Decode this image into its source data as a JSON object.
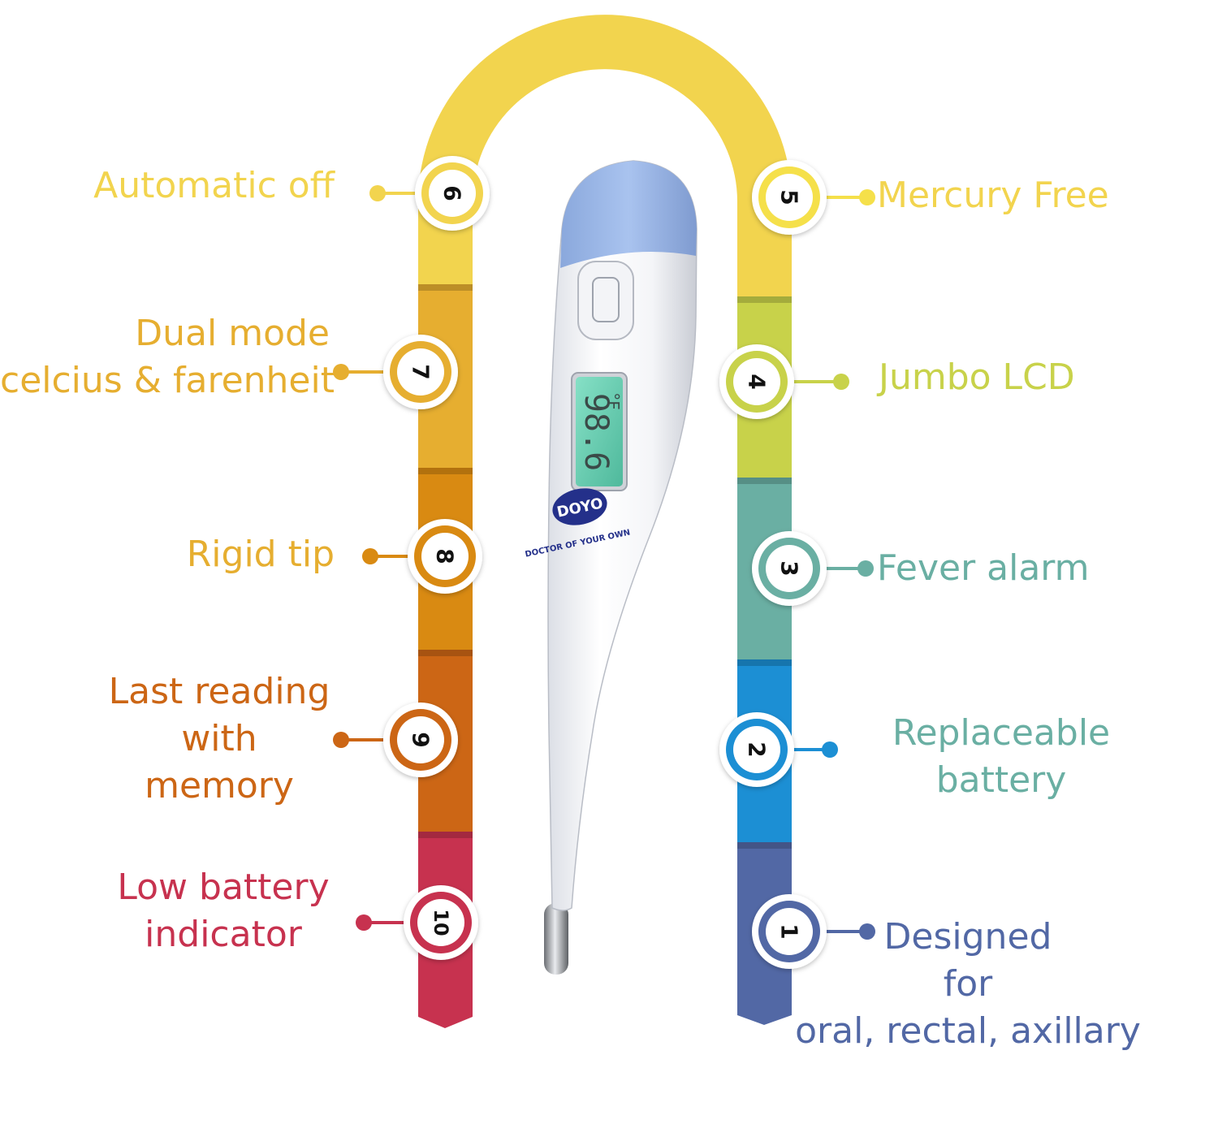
{
  "colors": {
    "yellow": "#f2d44e",
    "mustard": "#e6ae30",
    "orange": "#d98a12",
    "burnt_orange": "#cc6615",
    "crimson": "#c7324f",
    "lime": "#c8d24a",
    "teal": "#6aafa3",
    "blue": "#1c8fd4",
    "slate": "#5268a5",
    "thermo_blue": "#9bb8ea",
    "lcd_green": "#6fd1b5",
    "brand_navy": "#24308a"
  },
  "thermometer": {
    "display_reading": "98.6",
    "display_unit": "°F",
    "brand_logo": "DOYO",
    "brand_tagline": "DOCTOR OF YOUR OWN"
  },
  "features": [
    {
      "number": "1",
      "lines": [
        "Designed",
        "for",
        "oral, rectal, axillary"
      ]
    },
    {
      "number": "2",
      "lines": [
        "Replaceable",
        "battery"
      ]
    },
    {
      "number": "3",
      "lines": [
        "Fever alarm"
      ]
    },
    {
      "number": "4",
      "lines": [
        "Jumbo LCD"
      ]
    },
    {
      "number": "5",
      "lines": [
        "Mercury Free"
      ]
    },
    {
      "number": "6",
      "lines": [
        "Automatic off"
      ]
    },
    {
      "number": "7",
      "lines": [
        "Dual mode",
        "celcius & farenheit"
      ]
    },
    {
      "number": "8",
      "lines": [
        "Rigid tip"
      ]
    },
    {
      "number": "9",
      "lines": [
        "Last reading",
        "with",
        "memory"
      ]
    },
    {
      "number": "10",
      "lines": [
        "Low battery",
        "indicator"
      ]
    }
  ]
}
